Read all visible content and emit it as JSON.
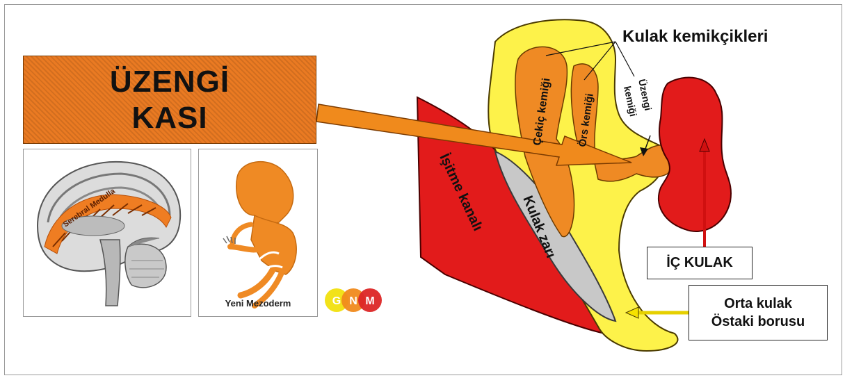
{
  "title": {
    "line1": "ÜZENGİ",
    "line2": "KASI"
  },
  "brain_panel": {
    "label": "Serebral Medulla"
  },
  "embryo_panel": {
    "caption": "Yeni Mezoderm"
  },
  "logo": {
    "letters": [
      "G",
      "N",
      "M"
    ],
    "colors": [
      "#f2e21a",
      "#f08a1c",
      "#dc2626"
    ]
  },
  "ear_diagram": {
    "ossicles_heading": "Kulak kemikçikleri",
    "hammer": "Çekiç kemiği",
    "anvil": "Örs kemiği",
    "stirrup_line1": "Üzengi",
    "stirrup_line2": "kemiği",
    "ear_canal": "İşitme kanalı",
    "eardrum": "Kulak zarı",
    "inner_ear": "İÇ KULAK",
    "middle_ear_line1": "Orta kulak",
    "middle_ear_line2": "Östaki borusu"
  },
  "colors": {
    "orange": "#ea7a22",
    "red": "#e21b1b",
    "yellow": "#fdf24a",
    "gray": "#c8c8c8"
  }
}
